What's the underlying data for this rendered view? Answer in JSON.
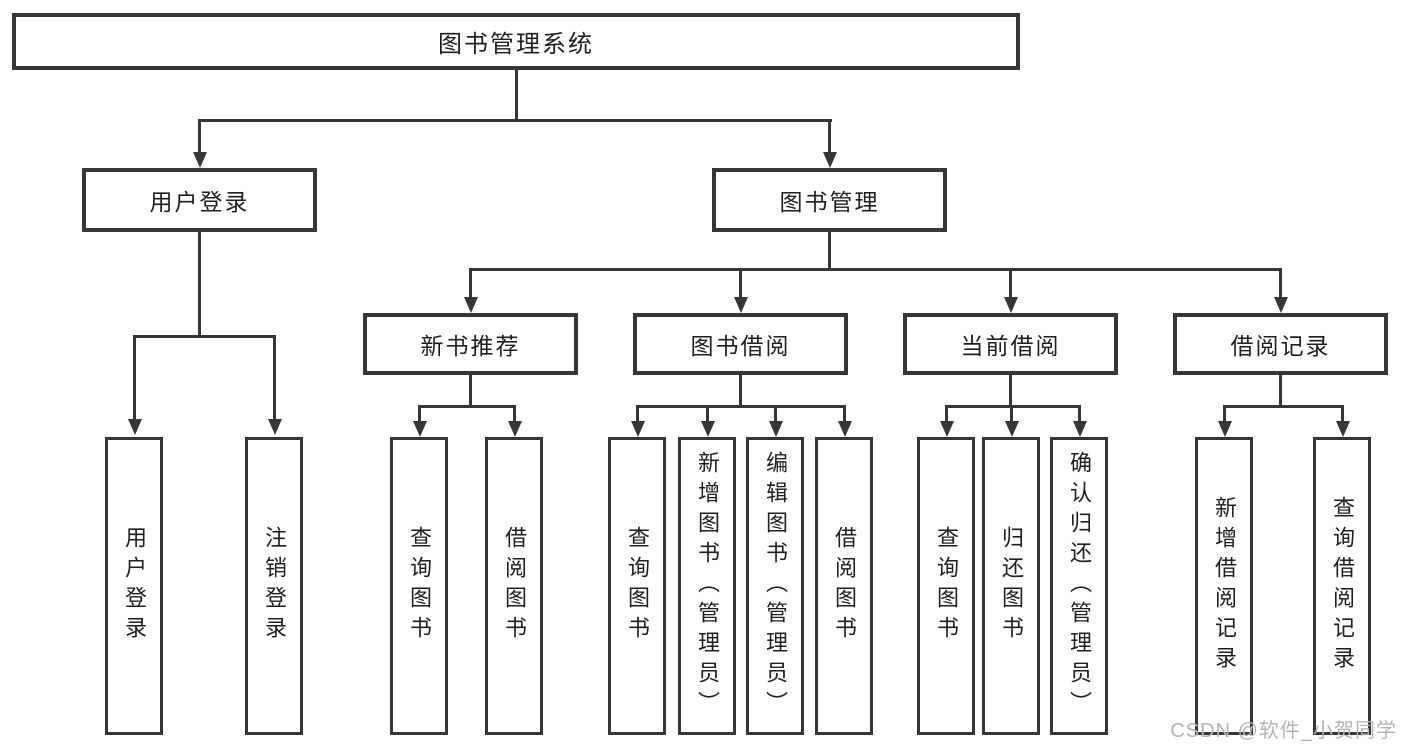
{
  "diagram_title": "图书管理系统",
  "nodes": {
    "root": "图书管理系统",
    "user_login": "用户登录",
    "book_mgmt": "图书管理",
    "new_books": "新书推荐",
    "book_borrow": "图书借阅",
    "current_borrow": "当前借阅",
    "borrow_records": "借阅记录",
    "leaf_user_login": "用户登录",
    "leaf_logout": "注销登录",
    "leaf_nb_query": "查询图书",
    "leaf_nb_borrow": "借阅图书",
    "leaf_bw_query": "查询图书",
    "leaf_bw_add": "新增图书（管理员）",
    "leaf_bw_edit": "编辑图书（管理员）",
    "leaf_bw_borrow": "借阅图书",
    "leaf_cur_query": "查询图书",
    "leaf_cur_return": "归还图书",
    "leaf_cur_confirm": "确认归还（管理员）",
    "leaf_rec_add": "新增借阅记录",
    "leaf_rec_query": "查询借阅记录"
  },
  "colors": {
    "line": "#363636",
    "text": "#1f1f1f",
    "watermark": "#b3b3b3",
    "background": "#ffffff"
  },
  "watermark": "CSDN @软件_小贺同学"
}
